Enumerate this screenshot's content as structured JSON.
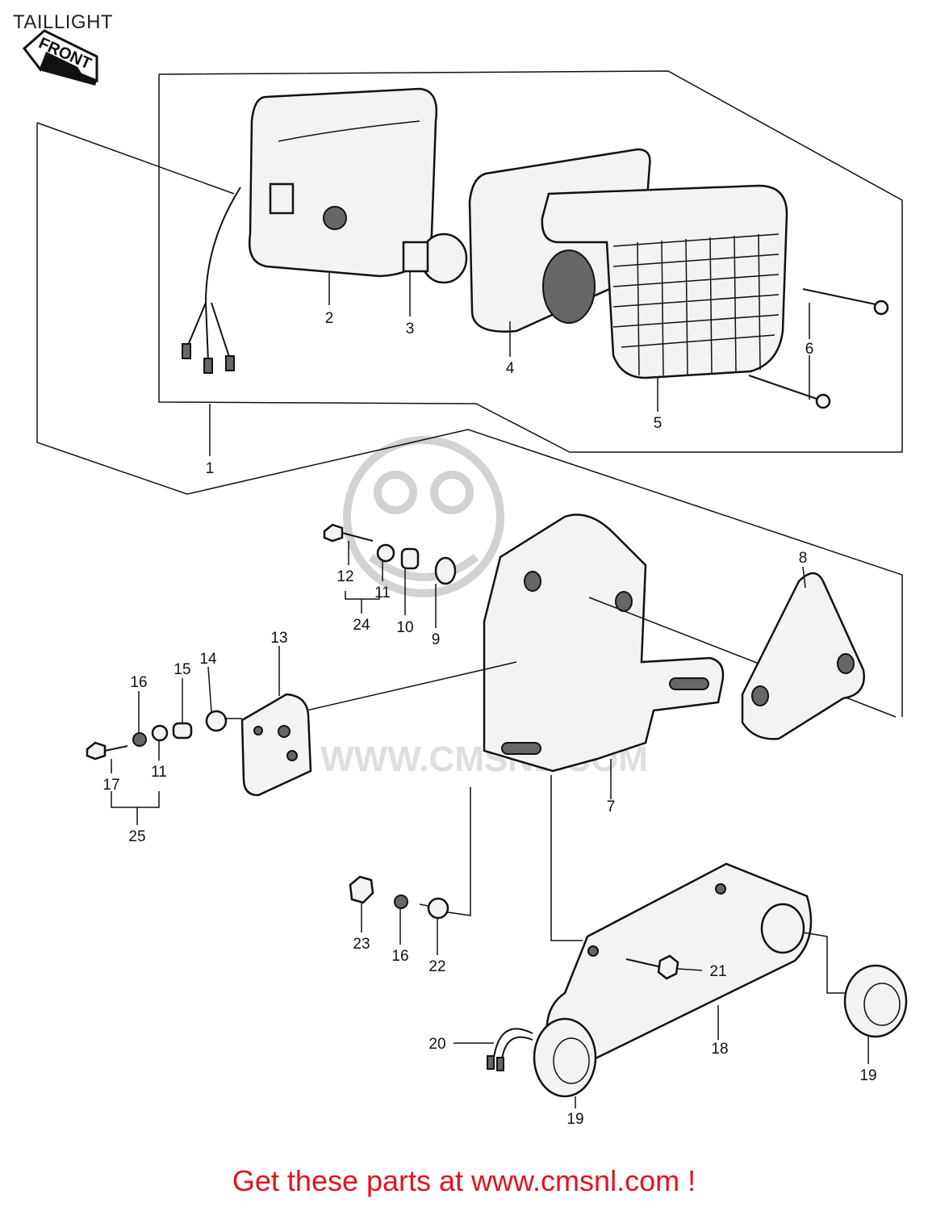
{
  "header": {
    "title": "TAILLIGHT"
  },
  "front_arrow": {
    "label": "FRONT"
  },
  "watermark": {
    "text": "WWW.CMSNL.COM"
  },
  "callouts": {
    "c1": "1",
    "c2": "2",
    "c3": "3",
    "c4": "4",
    "c5": "5",
    "c6": "6",
    "c7": "7",
    "c8": "8",
    "c9": "9",
    "c10": "10",
    "c11a": "11",
    "c11b": "11",
    "c12": "12",
    "c13": "13",
    "c14": "14",
    "c15": "15",
    "c16a": "16",
    "c16b": "16",
    "c17": "17",
    "c18": "18",
    "c19a": "19",
    "c19b": "19",
    "c20": "20",
    "c21": "21",
    "c22": "22",
    "c23": "23",
    "c24": "24",
    "c25": "25"
  },
  "footer": {
    "cta": "Get these parts at www.cmsnl.com !"
  }
}
